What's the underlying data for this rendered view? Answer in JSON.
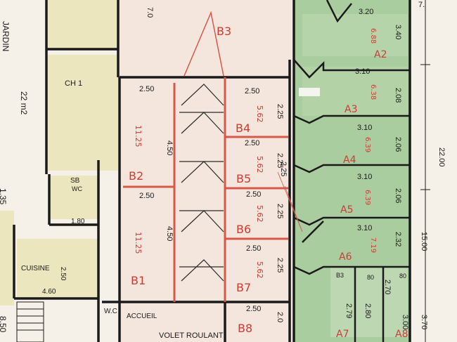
{
  "plan": {
    "left_wing": {
      "jardin": "JARDIN",
      "area": "22 m2",
      "dim_partial": "1.35",
      "dim_bottom_left": "8.50",
      "ch1": "CH 1",
      "sb": "SB",
      "wc": "WC",
      "dim_180": "1.80",
      "cuisine": "CUISINE",
      "dim_250": "2.50",
      "dim_460": "4.60",
      "dim_top": "7.0"
    },
    "center": {
      "b3": "B3",
      "b1": "B1",
      "b2": "B2",
      "b4": "B4",
      "b5": "B5",
      "b6": "B6",
      "b7": "B7",
      "b8": "B8",
      "b2_area": "11.25",
      "b1_area": "11.25",
      "d250_a": "2.50",
      "d250_b": "2.50",
      "d250_c": "2.50",
      "d250_d": "2.50",
      "d250_e": "2.50",
      "d250_f": "2.50",
      "d250_g": "2.50",
      "d450_a": "4.50",
      "d450_b": "4.50",
      "d225_a": "2.25",
      "d225_b": "2.25",
      "d225_c": "2.25",
      "d225_d": "2.25",
      "d225_e": "2.25",
      "d20": "2.0",
      "a562_a": "5.62",
      "a562_b": "5.62",
      "a562_c": "5.62",
      "a562_d": "5.62",
      "accueil": "ACCUEIL",
      "wc2": "W.C",
      "volet": "VOLET ROULANT"
    },
    "right_wing": {
      "a2": "A2",
      "a3": "A3",
      "a4": "A4",
      "a5": "A5",
      "a6": "A6",
      "a7": "A7",
      "a8": "A8",
      "d320": "3.20",
      "d310_a": "3.10",
      "d310_b": "3.10",
      "d310_c": "3.10",
      "d310_d": "3.10",
      "d340": "3.40",
      "d208": "2.08",
      "d206_a": "2.06",
      "d206_b": "2.06",
      "d232": "2.32",
      "area_a2": "6.88",
      "area_a3": "6.38",
      "area_a4": "6.39",
      "area_a5": "6.39",
      "area_a6": "7.19",
      "d280": "2.80",
      "d279": "2.79",
      "d270": "2.70",
      "d300": "3.00",
      "d22": "22.00",
      "d15": "15.00",
      "d370": "3.70",
      "d7": "7.",
      "b3_small": "B3",
      "d80": "80",
      "d80b": "80"
    }
  }
}
